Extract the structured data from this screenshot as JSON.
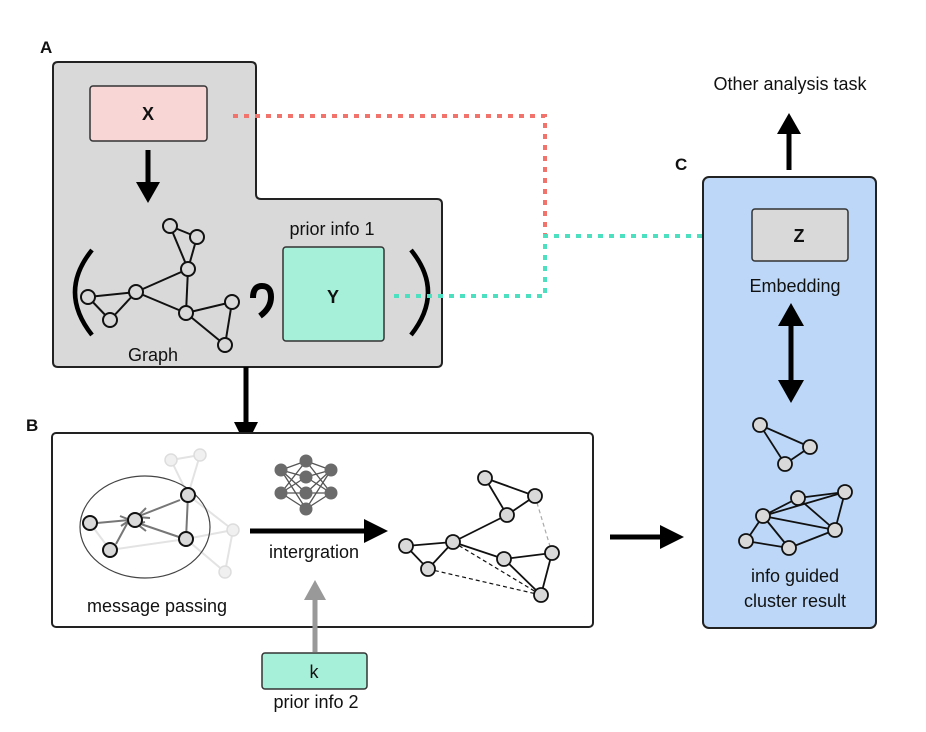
{
  "panels": {
    "a": "A",
    "b": "B",
    "c": "C"
  },
  "boxes": {
    "x": "X",
    "y": "Y",
    "z": "Z",
    "k": "k"
  },
  "labels": {
    "graph": "Graph",
    "prior_info_1": "prior info 1",
    "prior_info_2": "prior info 2",
    "message_passing": "message passing",
    "integration": "intergration",
    "embedding": "Embedding",
    "other_task": "Other analysis task",
    "cluster_line1": "info guided",
    "cluster_line2": "cluster result"
  },
  "colors": {
    "panel_a_fill": "#d9d9d9",
    "panel_c_fill": "#bcd7f7",
    "x_box": "#f9d6d6",
    "y_box": "#a6efd8",
    "k_box": "#a6efd8",
    "z_box": "#d9d9d9",
    "x_path": "#f2736b",
    "y_path": "#4de0c0",
    "node_fill": "#d9d9d9"
  }
}
